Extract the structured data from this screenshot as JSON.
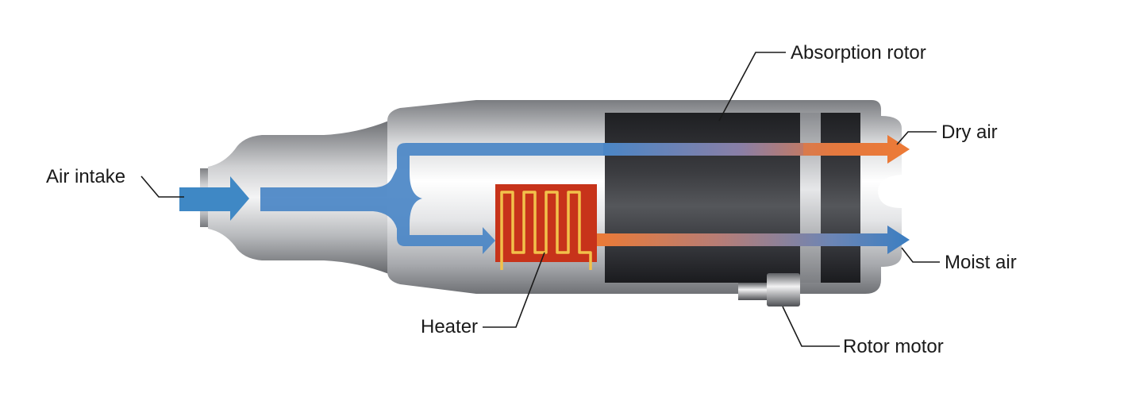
{
  "labels": {
    "air_intake": "Air intake",
    "absorption_rotor": "Absorption rotor",
    "dry_air": "Dry air",
    "moist_air": "Moist air",
    "heater": "Heater",
    "rotor_motor": "Rotor motor"
  },
  "colors": {
    "intake_blue": "#3f88c5",
    "dry_air_orange": "#e8773a",
    "moist_air_blue": "#3a7ec2",
    "heater_red": "#c7331a",
    "heater_coil": "#f2c14a",
    "rotor_dark": "#2d2e31",
    "body_gray": "#9b9da1"
  }
}
